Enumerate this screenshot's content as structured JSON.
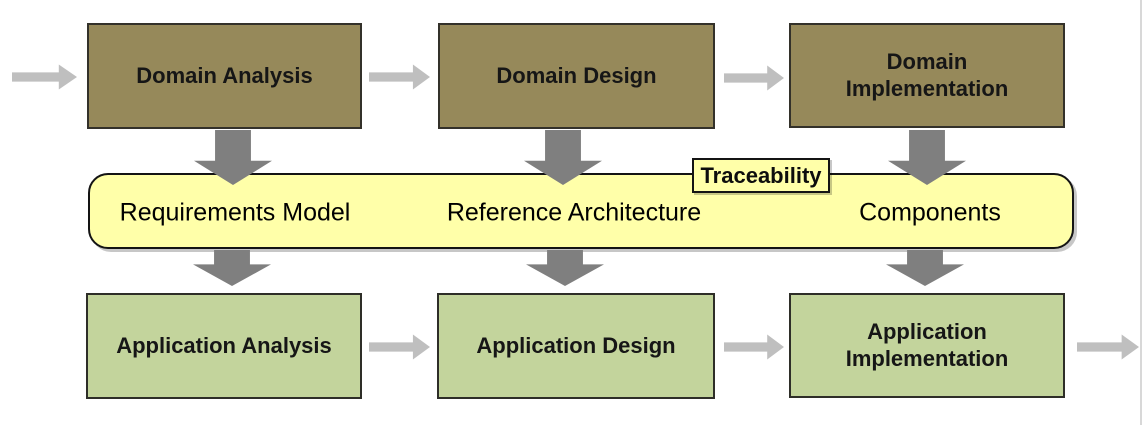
{
  "diagram": {
    "top_row": [
      {
        "label": "Domain Analysis"
      },
      {
        "label": "Domain Design"
      },
      {
        "label": "Domain\nImplementation"
      }
    ],
    "bottom_row": [
      {
        "label": "Application Analysis"
      },
      {
        "label": "Application Design"
      },
      {
        "label": "Application\nImplementation"
      }
    ],
    "band": {
      "labels": [
        "Requirements Model",
        "Reference Architecture",
        "Components"
      ],
      "tag": "Traceability"
    },
    "colors": {
      "domain_box_fill": "#96895A",
      "application_box_fill": "#C3D49C",
      "band_fill": "#FFFFA9",
      "box_border": "#33312A",
      "band_border": "#141414",
      "horizontal_arrow": "#BFBFBF",
      "vertical_arrow": "#7F7F7F",
      "page_edge": "#D8D8D8"
    }
  }
}
